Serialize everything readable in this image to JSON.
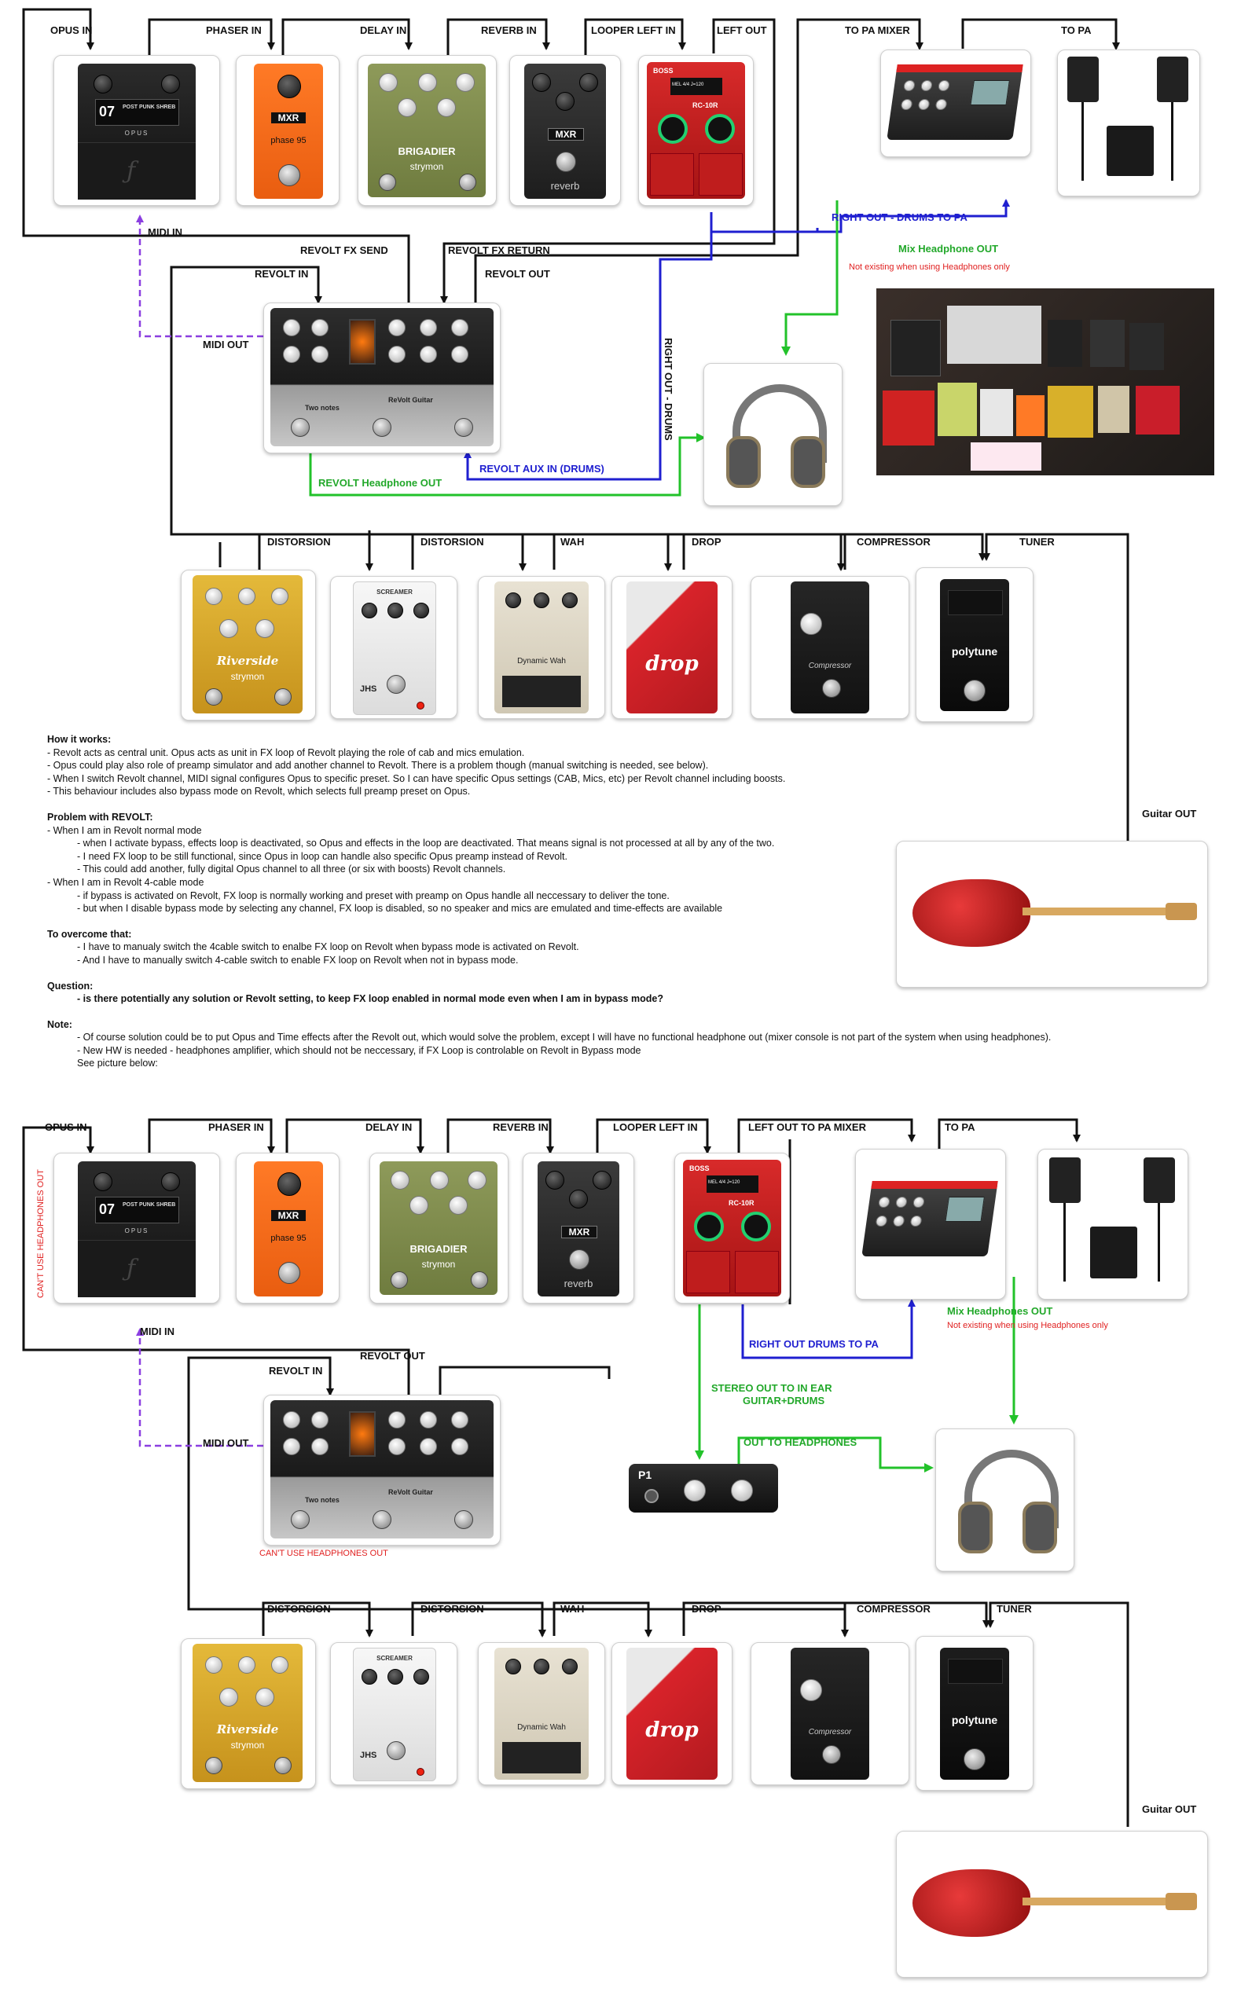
{
  "diagram1": {
    "labels": {
      "opus_in": "OPUS IN",
      "phaser_in": "PHASER IN",
      "delay_in": "DELAY IN",
      "reverb_in": "REVERB IN",
      "looper_left_in": "LOOPER LEFT IN",
      "left_out": "LEFT OUT",
      "to_pa_mixer": "TO PA MIXER",
      "to_pa": "TO PA",
      "midi_in": "MIDI IN",
      "revolt_fx_send": "REVOLT FX SEND",
      "revolt_fx_return": "REVOLT FX RETURN",
      "right_out_drums_to_pa": "RIGHT OUT - DRUMS TO PA",
      "mix_headphone_out": "Mix Headphone OUT",
      "not_existing_note": "Not existing when using Headphones only",
      "revolt_in": "REVOLT IN",
      "revolt_out": "REVOLT OUT",
      "midi_out": "MIDI OUT",
      "right_out_drums_vertical": "RIGHT OUT - DRUMS",
      "revolt_aux_in": "REVOLT AUX IN (DRUMS)",
      "revolt_headphone_out": "REVOLT Headphone OUT",
      "distorsion_1": "DISTORSION",
      "distorsion_2": "DISTORSION",
      "wah": "WAH",
      "drop": "DROP",
      "compressor": "COMPRESSOR",
      "tuner": "TUNER",
      "guitar_out": "Guitar OUT"
    }
  },
  "pedal_text": {
    "opus_preset": "07",
    "opus_preset_name": "POST PUNK SHREB",
    "opus_brand": "OPUS",
    "mxr": "MXR",
    "phase95": "phase 95",
    "brigadier": "BRIGADIER",
    "strymon": "strymon",
    "reverb": "reverb",
    "boss": "BOSS",
    "rc10r": "RC-10R",
    "rc_display": "MEL 4/4 J=120",
    "revolt_brand": "Two notes",
    "revolt_name": "ReVolt Guitar",
    "riverside": "Riverside",
    "screamer": "SCREAMER",
    "jhs": "JHS",
    "dynamic_wah": "Dynamic Wah",
    "drop_name": "drop",
    "compressor_name": "Compressor",
    "polytune": "polytune",
    "p1": "P1"
  },
  "notes": {
    "how_title": "How it works:",
    "how_lines": [
      "- Revolt acts as central unit. Opus acts as unit in FX loop of Revolt playing the role of cab and mics emulation.",
      "- Opus could play also role of preamp simulator and add another channel to Revolt. There is a problem though (manual switching is needed, see below).",
      "- When I switch Revolt channel, MIDI signal configures Opus to specific preset. So I can have specific Opus settings (CAB, Mics, etc) per Revolt channel including boosts.",
      "- This behaviour includes also bypass mode on Revolt, which selects full preamp preset on Opus."
    ],
    "problem_title": "Problem with REVOLT:",
    "problem_lines": [
      {
        "indent": 1,
        "text": "- When I am in Revolt normal mode"
      },
      {
        "indent": 2,
        "text": "- when I activate bypass, effects loop is deactivated, so Opus and effects in the loop are deactivated. That means signal is not processed at all by any of the two."
      },
      {
        "indent": 2,
        "text": "- I need FX loop to be still functional, since Opus in loop can handle also specific Opus preamp instead of Revolt."
      },
      {
        "indent": 2,
        "text": "- This could add another, fully digital Opus channel to all three (or six with boosts) Revolt channels."
      },
      {
        "indent": 1,
        "text": "- When I am in Revolt 4-cable mode"
      },
      {
        "indent": 2,
        "text": "- if bypass is activated on Revolt, FX loop is normally working and preset with preamp on Opus handle all neccessary to deliver the tone."
      },
      {
        "indent": 2,
        "text": "- but when I disable bypass mode by selecting any channel, FX loop is disabled, so no speaker and mics are emulated and time-effects are available"
      }
    ],
    "overcome_title": "To overcome that:",
    "overcome_lines": [
      "- I have to manualy switch the 4cable switch to enalbe FX loop on Revolt when bypass mode is activated on Revolt.",
      "- And I have to manually switch 4-cable switch to enable FX loop on Revolt when not in bypass mode."
    ],
    "question_title": "Question:",
    "question_text": "- is there potentially any solution or Revolt setting, to keep FX loop enabled in normal mode even when I am in bypass mode?",
    "note_title": "Note:",
    "note_lines": [
      "- Of course solution could be to put Opus and Time effects after the Revolt out, which would solve the problem, except I will have no functional headphone out (mixer console is not part of the system when using headphones).",
      "- New HW is needed - headphones amplifier, which should not be neccessary, if FX Loop is controlable on Revolt in Bypass mode",
      "See picture below:"
    ]
  },
  "diagram2": {
    "labels": {
      "opus_in": "OPUS IN",
      "phaser_in": "PHASER IN",
      "delay_in": "DELAY IN",
      "reverb_in": "REVERB IN",
      "looper_left_in": "LOOPER LEFT IN",
      "left_out_to_pa_mixer": "LEFT OUT TO PA MIXER",
      "to_pa": "TO PA",
      "cant_use_headphones_out_v": "CAN'T USE HEADPHONES OUT",
      "midi_in": "MIDI IN",
      "right_out_drums_to_pa": "RIGHT OUT DRUMS TO PA",
      "mix_headphones_out": "Mix Headphones OUT",
      "not_existing_note": "Not existing when using Headphones only",
      "revolt_in": "REVOLT IN",
      "revolt_out": "REVOLT OUT",
      "midi_out": "MIDI OUT",
      "stereo_out_line1": "STEREO OUT TO IN EAR",
      "stereo_out_line2": "GUITAR+DRUMS",
      "out_to_headphones": "OUT TO HEADPHONES",
      "cant_use_headphones_out": "CAN'T USE HEADPHONES OUT",
      "distorsion_1": "DISTORSION",
      "distorsion_2": "DISTORSION",
      "wah": "WAH",
      "drop": "DROP",
      "compressor": "COMPRESSOR",
      "tuner": "TUNER",
      "guitar_out": "Guitar OUT"
    }
  },
  "colors": {
    "black_wire": "#111111",
    "blue_wire": "#1f1fd0",
    "green_wire": "#22c22a",
    "midi_wire": "#8b3fe0",
    "warning_red": "#e02020"
  }
}
